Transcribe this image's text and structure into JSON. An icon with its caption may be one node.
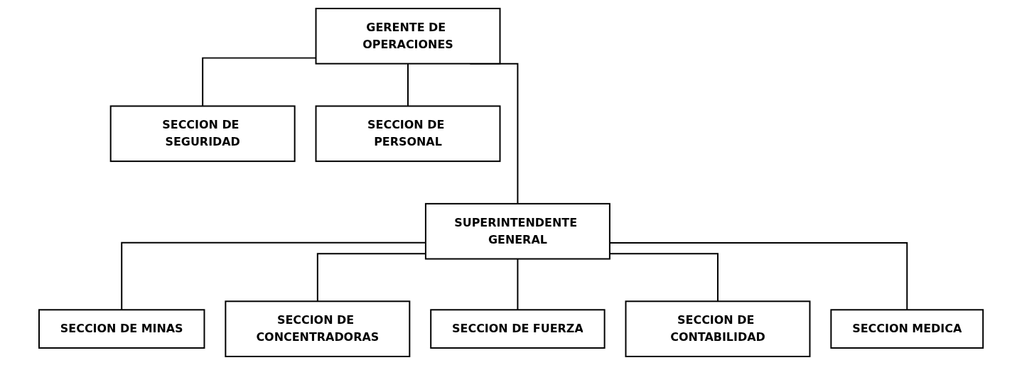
{
  "diagram": {
    "nodes": [
      {
        "text": [
          "GERENTE DE OPERACIONES"
        ]
      },
      {
        "text": [
          "SECCION DE SEGURIDAD"
        ]
      },
      {
        "text": [
          "SECCION DE PERSONAL"
        ]
      },
      {
        "text": [
          "SUPERINTENDENTE GENERAL"
        ]
      },
      {
        "text": [
          "SECCION DE MINAS"
        ]
      },
      {
        "text": [
          "SECCION DE CONCENTRADORAS"
        ]
      },
      {
        "text": [
          "SECCION DE FUERZA"
        ]
      },
      {
        "text": [
          "SECCION DE CONTABILIDAD"
        ]
      },
      {
        "text": [
          "SECCION MEDICA"
        ]
      }
    ],
    "edges": [
      {
        "from": 0,
        "to": 1,
        "arrow": "none"
      },
      {
        "from": 0,
        "to": 3,
        "arrow": "none"
      },
      {
        "from": 0,
        "to": 2,
        "arrow": "none"
      },
      {
        "from": 3,
        "to": 4,
        "arrow": "none"
      },
      {
        "from": 3,
        "to": 5,
        "arrow": "none"
      },
      {
        "from": 3,
        "to": 6,
        "arrow": "none"
      },
      {
        "from": 3,
        "to": 7,
        "arrow": "none"
      },
      {
        "from": 3,
        "to": 8,
        "arrow": "none"
      }
    ]
  }
}
